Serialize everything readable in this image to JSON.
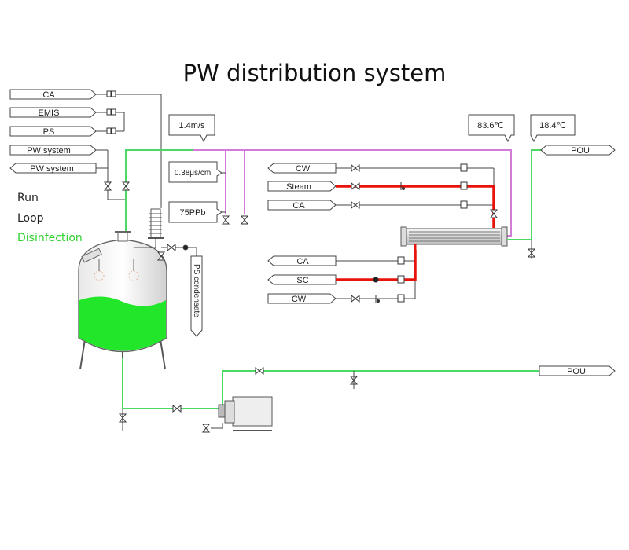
{
  "title": "PW distribution system",
  "modes": {
    "run": "Run",
    "loop": "Loop",
    "disinfection": "Disinfection"
  },
  "colors": {
    "green_line": "#4cd964",
    "magenta_line": "#d27bd8",
    "red_line": "#e8140c",
    "tank_fill": "#22e62a",
    "disinfection_text": "#2fd12f"
  },
  "inputs_left": {
    "ca": "CA",
    "emis": "EMIS",
    "ps": "PS",
    "pw_system_out": "PW system",
    "pw_system_in": "PW system"
  },
  "instruments": {
    "flow": "1.4m/s",
    "conductivity": "0.38μs/cm",
    "toc": "75PPb",
    "temp_hot": "83.6℃",
    "temp_cold": "18.4℃"
  },
  "heat_exchanger_utilities": {
    "cw_top": "CW",
    "steam": "Steam",
    "ca_top": "CA",
    "ca_bottom": "CA",
    "sc": "SC",
    "cw_bottom": "CW"
  },
  "outlets": {
    "pou_top": "POU",
    "pou_bottom": "POU"
  },
  "drain_label": "PS condensate"
}
